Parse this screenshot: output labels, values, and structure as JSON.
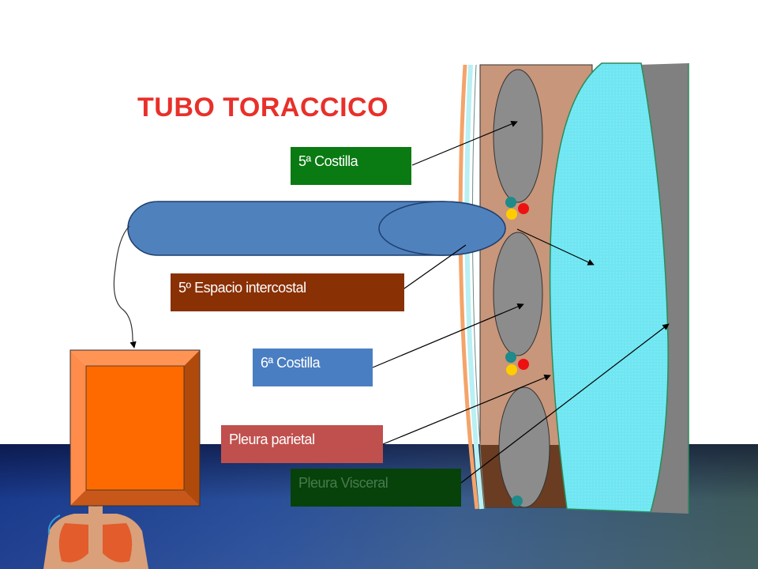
{
  "title": "TUBO TORACCICO",
  "labels": {
    "costilla5": "5ª Costilla",
    "espacio_intercostal": "5º Espacio intercostal",
    "costilla6": "6ª Costilla",
    "pleura_parietal": "Pleura parietal",
    "pleura_visceral": "Pleura Visceral"
  },
  "colors": {
    "title": "#e8302a",
    "costilla5_box": "#0a7a12",
    "espacio_box": "#8a3005",
    "costilla6_box": "#4a7ec2",
    "parietal_box": "#c0504d",
    "visceral_box": "#06420a",
    "tube": "#4f81bd",
    "muscle": "#c8967a",
    "rib": "#8c8c8c",
    "pleural_fluid": "#66e0f0",
    "drain_box": "#ff6600"
  },
  "icons": [
    "chest-anatomy-icon",
    "nerve-dot-icon",
    "artery-dot-icon",
    "vein-dot-icon"
  ]
}
